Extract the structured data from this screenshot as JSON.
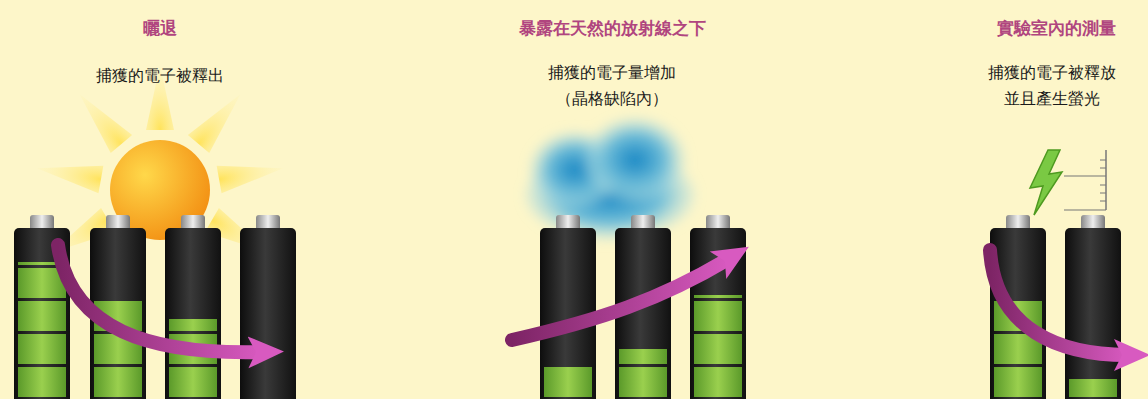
{
  "diagram": {
    "labels": [
      "曬退",
      "捕獲的電子被釋出",
      "暴露在天然的放射線之下",
      "捕獲的電子量增加 （晶格缺陷內）",
      "實驗室內的測量",
      "捕獲的電子被釋放 並且產生螢光"
    ]
  }
}
